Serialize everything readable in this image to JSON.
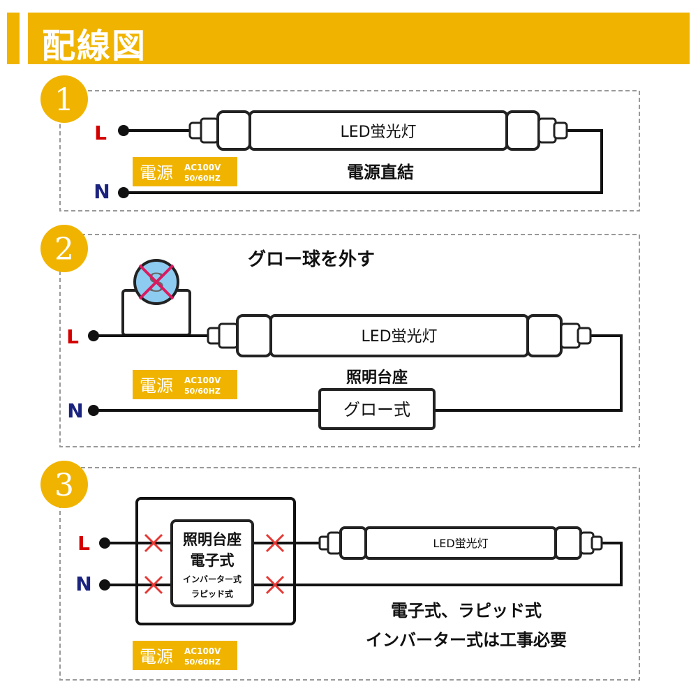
{
  "header": {
    "title": "配線図"
  },
  "colors": {
    "accent": "#f0b400",
    "line_L": "#d40000",
    "line_N": "#1a237e",
    "cross": "#e53935",
    "bulb": "#8ecbf0"
  },
  "panel1": {
    "number": "1",
    "L": "L",
    "N": "N",
    "tube_label": "LED蛍光灯",
    "power": {
      "main": "電源",
      "ac": "AC100V",
      "hz": "50/60HZ"
    },
    "caption": "電源直結"
  },
  "panel2": {
    "number": "2",
    "L": "L",
    "N": "N",
    "note": "グロー球を外す",
    "glow_symbol": "S",
    "tube_label": "LED蛍光灯",
    "power": {
      "main": "電源",
      "ac": "AC100V",
      "hz": "50/60HZ"
    },
    "base_label": "照明台座",
    "base_type": "グロー式"
  },
  "panel3": {
    "number": "3",
    "L": "L",
    "N": "N",
    "tube_label": "LED蛍光灯",
    "box_line1": "照明台座",
    "box_line2": "電子式",
    "box_line3": "インバーター式",
    "box_line4": "ラピッド式",
    "power": {
      "main": "電源",
      "ac": "AC100V",
      "hz": "50/60HZ"
    },
    "caption_line1": "電子式、ラピッド式",
    "caption_line2": "インバーター式は工事必要"
  }
}
